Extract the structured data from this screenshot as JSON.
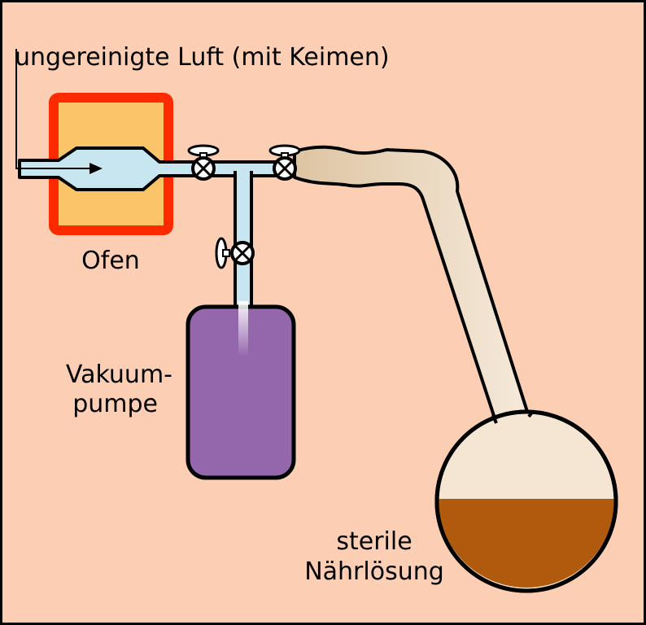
{
  "labels": {
    "incoming_air": "ungereinigte Luft (mit Keimen)",
    "oven": "Ofen",
    "pump_line1": "Vakuum-",
    "pump_line2": "pumpe",
    "flask_line1": "sterile",
    "flask_line2": "Nährlösung"
  },
  "colors": {
    "background": "#fccfb5",
    "oven_border": "#ff2a00",
    "oven_fill": "#fcc468",
    "glass_tube": "#c8e6f0",
    "pump": "#9467ad",
    "flask_glass": "#f5e6d3",
    "broth": "#b05a0e",
    "outline": "#000000"
  },
  "icons": [
    "valve-icon",
    "arrow-right-icon"
  ]
}
